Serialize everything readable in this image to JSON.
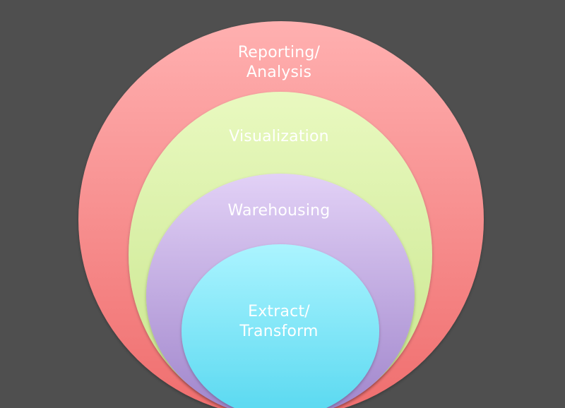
{
  "diagram": {
    "layers": [
      {
        "id": "reporting",
        "label": "Reporting/\nAnalysis",
        "color_top": "#ffb0b0",
        "color_bottom": "#ef6d6d"
      },
      {
        "id": "visualization",
        "label": "Visualization",
        "color_top": "#e9f9c0",
        "color_bottom": "#c7e58a"
      },
      {
        "id": "warehousing",
        "label": "Warehousing",
        "color_top": "#e2d1f6",
        "color_bottom": "#9f84cb"
      },
      {
        "id": "extract",
        "label": "Extract/\nTransform",
        "color_top": "#abf4ff",
        "color_bottom": "#58d8f0"
      }
    ]
  }
}
